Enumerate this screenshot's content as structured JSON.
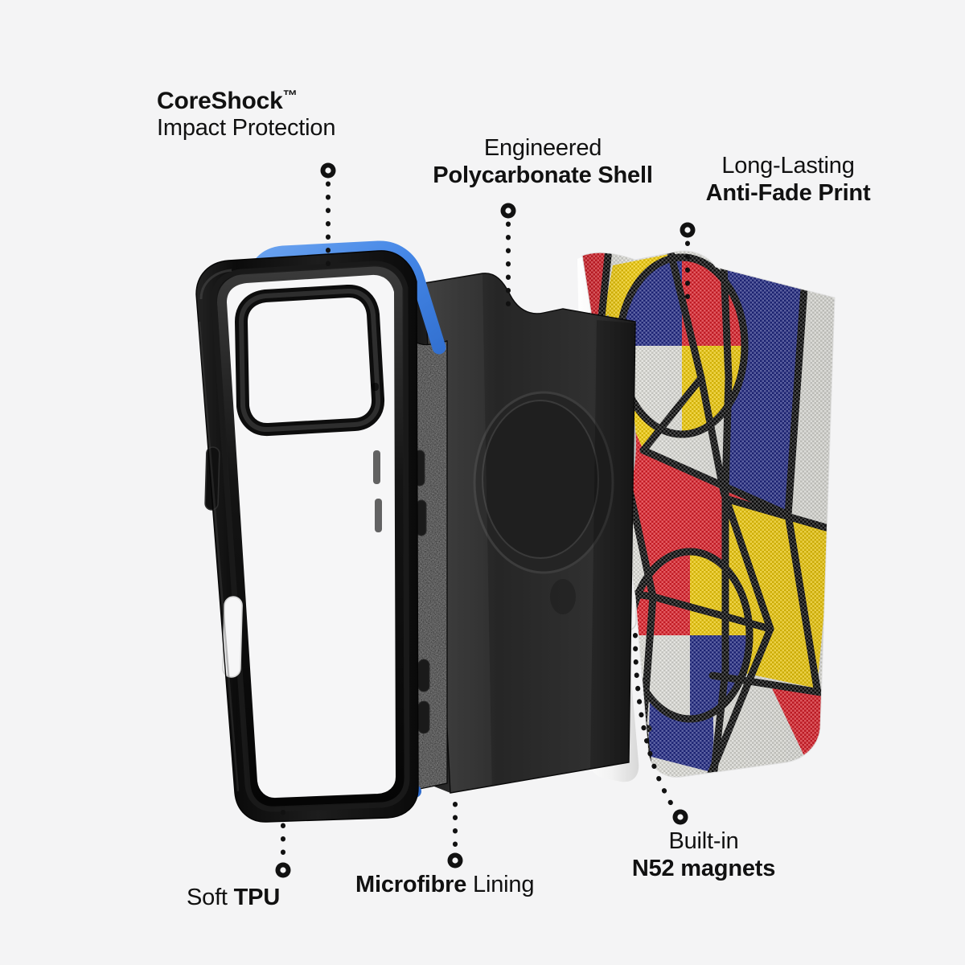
{
  "scene": {
    "background_color": "#f4f4f5",
    "subject": "exploded-view phone case product infographic",
    "layers": [
      {
        "name": "tpu-bumper-frame",
        "material": "Soft TPU",
        "color": "#141414",
        "accent_color": "#4486e6"
      },
      {
        "name": "microfibre-lining-panel",
        "material": "Microfibre",
        "color": "#121212"
      },
      {
        "name": "polycarbonate-shell",
        "material": "Polycarbonate",
        "color": "#2b2b2b"
      },
      {
        "name": "magnet-ring",
        "material": "N52 magnets",
        "color": "#d8d8d8"
      },
      {
        "name": "printed-back-panel",
        "material": "Anti-Fade Print",
        "pattern": "mondrian-geometric"
      }
    ]
  },
  "palette": {
    "black": "#111111",
    "case_black": "#141414",
    "shell_black": "#2e2e2e",
    "accent_blue": "#4486e6",
    "magnet_silver": "#dcdcdc",
    "print_red": "#e2202a",
    "print_yellow": "#f7d008",
    "print_blue": "#222a87",
    "print_white": "#e3e3de",
    "print_outline": "#0d0d0d",
    "leader_line": "#111111"
  },
  "callouts": [
    {
      "id": "coreshock",
      "line1": "CoreShock",
      "line1_weight": "bold",
      "superscript": "™",
      "line2": "Impact Protection",
      "line2_weight": "regular",
      "marker": "top",
      "align": "left"
    },
    {
      "id": "shell",
      "line1": "Engineered",
      "line1_weight": "regular",
      "line2": "Polycarbonate Shell",
      "line2_weight": "bold",
      "marker": "top",
      "align": "center"
    },
    {
      "id": "print",
      "line1": "Long-Lasting",
      "line1_weight": "regular",
      "line2": "Anti-Fade Print",
      "line2_weight": "bold",
      "marker": "top",
      "align": "center"
    },
    {
      "id": "tpu",
      "line1_a": "Soft ",
      "line1_b": "TPU",
      "line1_b_weight": "bold",
      "marker": "bottom",
      "align": "left"
    },
    {
      "id": "microfibre",
      "line1_a": "Microfibre",
      "line1_a_weight": "bold",
      "line1_b": " Lining",
      "marker": "bottom",
      "align": "left"
    },
    {
      "id": "magnets",
      "line1": "Built-in",
      "line1_weight": "regular",
      "line2": "N52 magnets",
      "line2_weight": "bold",
      "marker": "bottom",
      "align": "center"
    }
  ],
  "labels": {
    "coreshock_l1": "CoreShock",
    "coreshock_tm": "™",
    "coreshock_l2": "Impact Protection",
    "shell_l1": "Engineered",
    "shell_l2": "Polycarbonate Shell",
    "print_l1": "Long-Lasting",
    "print_l2": "Anti-Fade Print",
    "tpu_a": "Soft ",
    "tpu_b": "TPU",
    "micro_a": "Microfibre",
    "micro_b": " Lining",
    "magnets_l1": "Built-in",
    "magnets_l2": "N52 magnets"
  }
}
